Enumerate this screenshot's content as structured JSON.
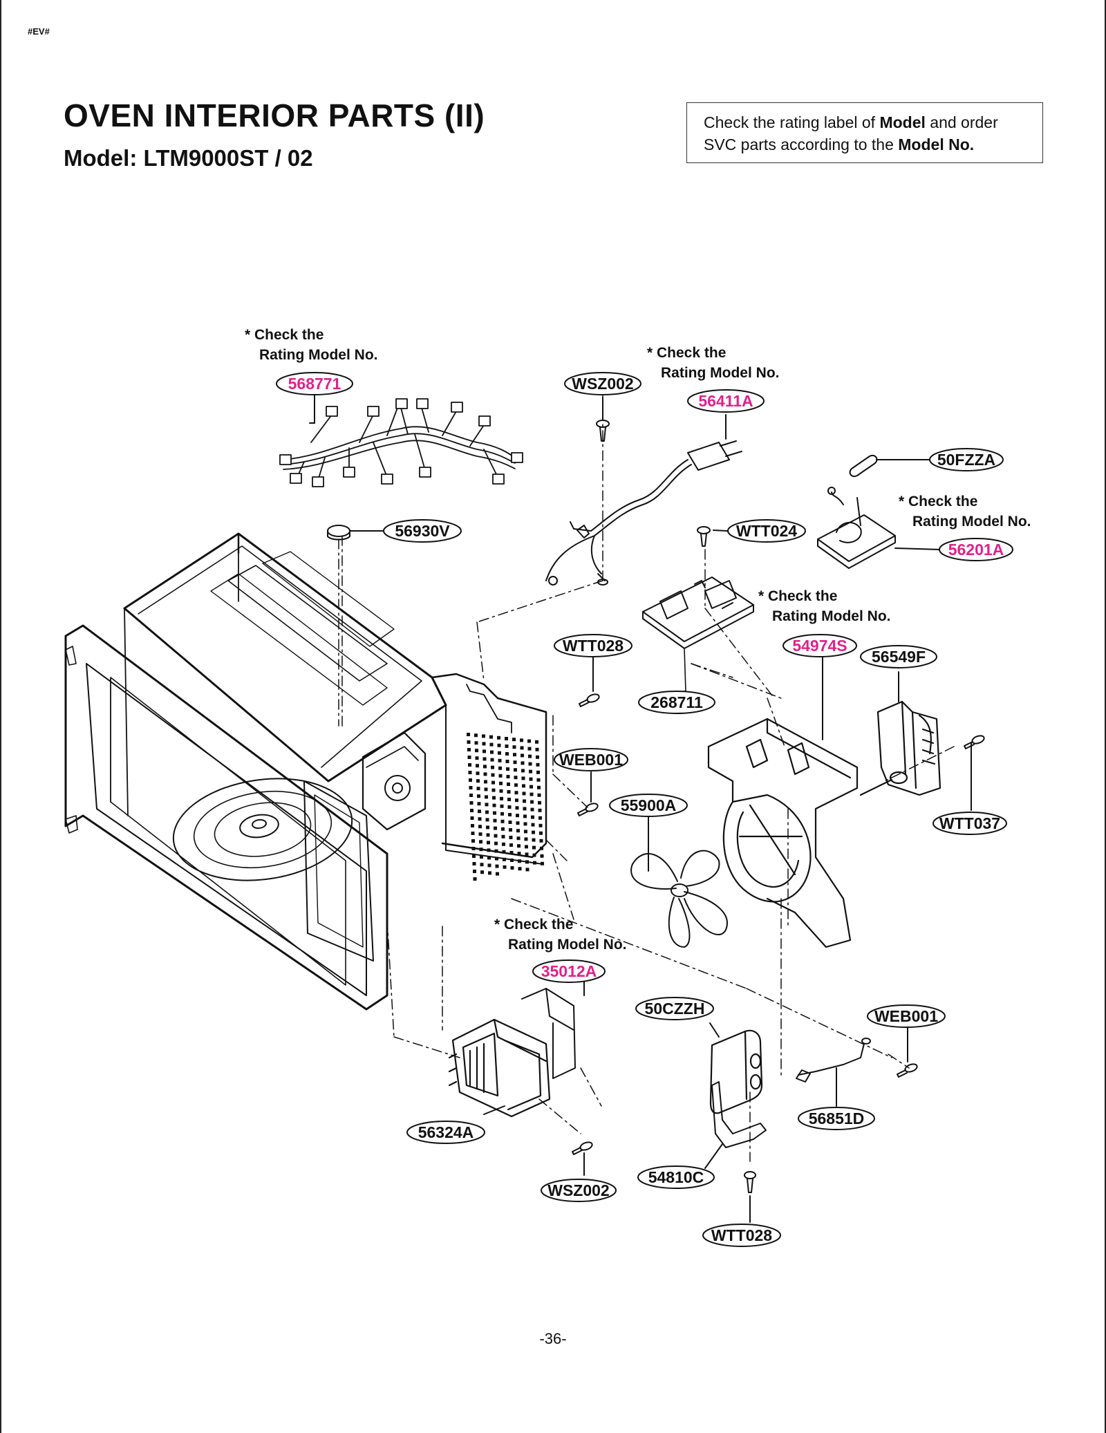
{
  "header": {
    "code_tag": "#EV#",
    "title": "OVEN INTERIOR PARTS (II)",
    "model": "Model: LTM9000ST / 02"
  },
  "notice": {
    "line1_prefix": "Check the rating label of ",
    "line1_bold": "Model",
    "line1_suffix": " and order",
    "line2_prefix": "SVC parts according to the ",
    "line2_bold": "Model No."
  },
  "check_note": {
    "line1": "* Check the",
    "line2": "Rating Model No."
  },
  "parts": {
    "harness": "568771",
    "screw_top": "WSZ002",
    "power_cord": "56411A",
    "fuse": "50FZZA",
    "thermostat": "56930V",
    "screw_wtt024": "WTT024",
    "noise_filter": "56201A",
    "pcb_note_part": "54974S",
    "screw_wtt028_upper": "WTT028",
    "pcb": "268711",
    "motor": "56549F",
    "screw_web001_upper": "WEB001",
    "fan_blade": "55900A",
    "screw_wtt037": "WTT037",
    "transformer_bracket": "35012A",
    "capacitor": "50CZZH",
    "screw_web001_lower": "WEB001",
    "magnetron": "56324A",
    "diode": "56851D",
    "screw_wsz002_lower": "WSZ002",
    "capacitor_bracket": "54810C",
    "screw_wtt028_lower": "WTT028"
  },
  "footer": {
    "page": "-36-"
  },
  "colors": {
    "ink": "#111111",
    "highlight": "#e0218a"
  }
}
